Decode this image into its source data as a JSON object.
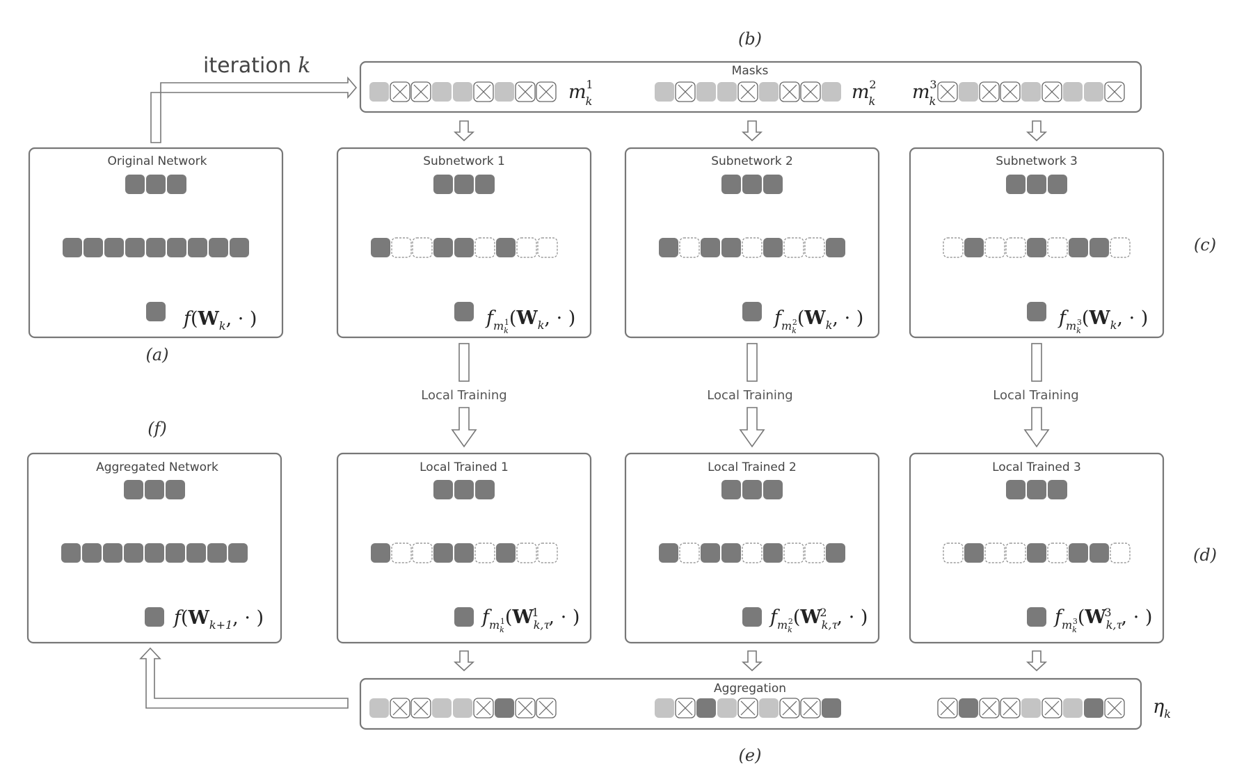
{
  "labels": {
    "a": "(a)",
    "b": "(b)",
    "c": "(c)",
    "d": "(d)",
    "e": "(e)",
    "f": "(f)"
  },
  "iteration": {
    "text": "iteration ",
    "var": "k"
  },
  "masks": {
    "title": "Masks",
    "rows": [
      {
        "name": "m",
        "sup": "1",
        "sub": "k",
        "cells": [
          "g",
          "x",
          "x",
          "g",
          "g",
          "x",
          "g",
          "x",
          "x"
        ]
      },
      {
        "name": "m",
        "sup": "2",
        "sub": "k",
        "cells": [
          "g",
          "x",
          "g",
          "g",
          "x",
          "g",
          "x",
          "x",
          "g"
        ]
      },
      {
        "name": "m",
        "sup": "3",
        "sub": "k",
        "cells": [
          "x",
          "g",
          "x",
          "x",
          "g",
          "x",
          "g",
          "g",
          "x"
        ]
      }
    ]
  },
  "aggregation": {
    "title": "Aggregation",
    "eta": "η",
    "eta_sub": "k",
    "rows": [
      [
        "g",
        "x",
        "x",
        "g",
        "g",
        "x",
        "d",
        "x",
        "x"
      ],
      [
        "g",
        "x",
        "d",
        "g",
        "x",
        "g",
        "x",
        "x",
        "d"
      ],
      [
        "x",
        "d",
        "x",
        "x",
        "g",
        "x",
        "g",
        "d",
        "x"
      ]
    ]
  },
  "original": {
    "title": "Original Network",
    "formula": {
      "f": "f",
      "open": "(",
      "W": "W",
      "sub": "k",
      "rest": ", · )"
    }
  },
  "aggregated": {
    "title": "Aggregated Network",
    "formula": {
      "f": "f",
      "open": "(",
      "W": "W",
      "sub": "k+1",
      "rest": ", · )"
    }
  },
  "subnetworks": [
    {
      "title": "Subnetwork 1",
      "mask": [
        1,
        0,
        0,
        1,
        1,
        0,
        1,
        0,
        0
      ],
      "f": "f",
      "m_sup": "1",
      "m_sub": "k",
      "W": "W",
      "W_sup": "",
      "W_sub": "k",
      "rest": ", · )"
    },
    {
      "title": "Subnetwork 2",
      "mask": [
        1,
        0,
        1,
        1,
        0,
        1,
        0,
        0,
        1
      ],
      "f": "f",
      "m_sup": "2",
      "m_sub": "k",
      "W": "W",
      "W_sup": "",
      "W_sub": "k",
      "rest": ", · )"
    },
    {
      "title": "Subnetwork 3",
      "mask": [
        0,
        1,
        0,
        0,
        1,
        0,
        1,
        1,
        0
      ],
      "f": "f",
      "m_sup": "3",
      "m_sub": "k",
      "W": "W",
      "W_sup": "",
      "W_sub": "k",
      "rest": ", · )"
    }
  ],
  "local_training": "Local Training",
  "trained": [
    {
      "title": "Local Trained 1",
      "mask": [
        1,
        0,
        0,
        1,
        1,
        0,
        1,
        0,
        0
      ],
      "f": "f",
      "m_sup": "1",
      "m_sub": "k",
      "W": "W",
      "W_sup": "1",
      "W_sub": "k,τ",
      "rest": ", · )"
    },
    {
      "title": "Local Trained 2",
      "mask": [
        1,
        0,
        1,
        1,
        0,
        1,
        0,
        0,
        1
      ],
      "f": "f",
      "m_sup": "2",
      "m_sub": "k",
      "W": "W",
      "W_sup": "2",
      "W_sub": "k,τ",
      "rest": ", · )"
    },
    {
      "title": "Local Trained 3",
      "mask": [
        0,
        1,
        0,
        0,
        1,
        0,
        1,
        1,
        0
      ],
      "f": "f",
      "m_sup": "3",
      "m_sub": "k",
      "W": "W",
      "W_sup": "3",
      "W_sub": "k,τ",
      "rest": ", · )"
    }
  ],
  "colors": {
    "border": "#777777",
    "node_dark": "#7a7a7a",
    "node_light": "#c4c4c4",
    "node_empty_stroke": "#888888",
    "line": "#555555"
  }
}
